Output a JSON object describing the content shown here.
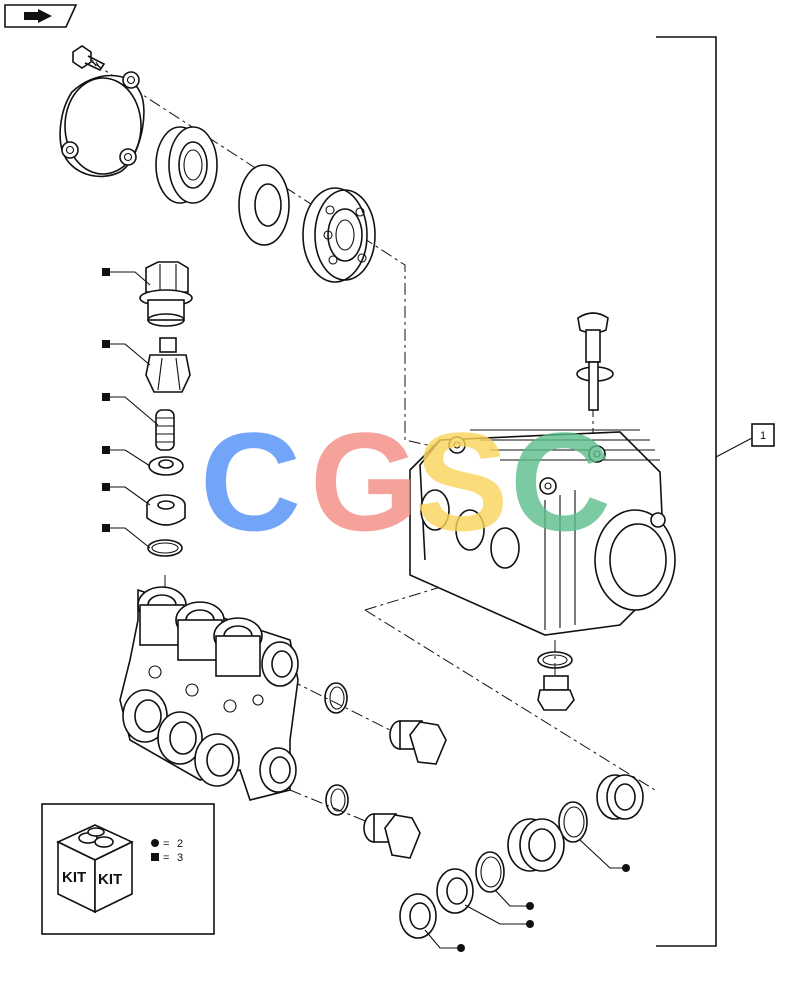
{
  "assembly_ref_label": "1",
  "legend": {
    "circle_eq": "2",
    "square_eq": "3",
    "kit_word_left": "KIT",
    "kit_word_right": "KIT"
  },
  "watermark": {
    "letters": [
      "C",
      "G",
      "S",
      "C"
    ],
    "colors": [
      "#4f8ff7",
      "#f28b82",
      "#fbd45a",
      "#5bbd8a"
    ]
  },
  "markers": {
    "square_symbol": "■",
    "circle_symbol": "●"
  }
}
